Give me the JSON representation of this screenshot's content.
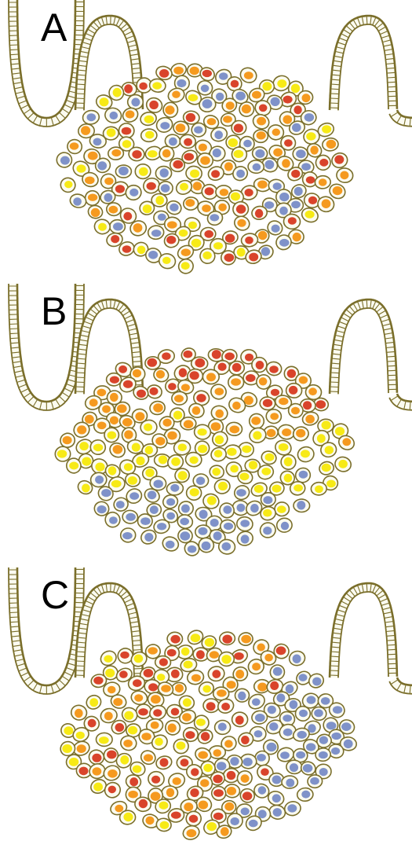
{
  "colors": {
    "outline": "#7a6e2a",
    "cell_fill": "#fbfbf0",
    "red": "#d9442b",
    "orange": "#f59a1f",
    "yellow": "#f7ea16",
    "blue": "#7f92c9",
    "background": "#ffffff"
  },
  "panels": [
    {
      "label": "A",
      "distribution": "mixed"
    },
    {
      "label": "B",
      "distribution": "vertical-gradient"
    },
    {
      "label": "C",
      "distribution": "horizontal-gradient"
    }
  ]
}
